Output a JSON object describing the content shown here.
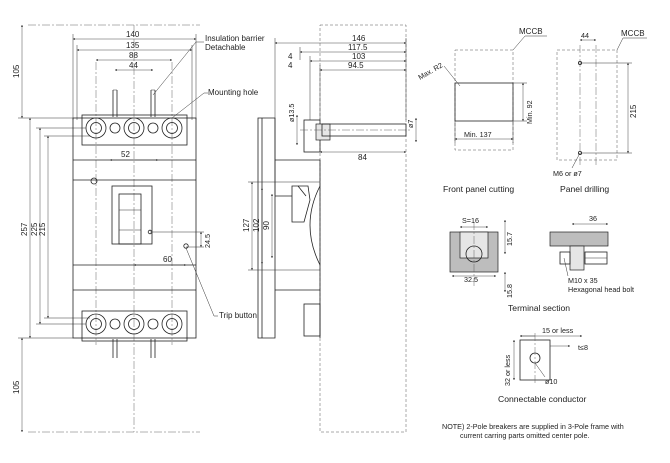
{
  "front_view": {
    "dims": {
      "w140": "140",
      "w135": "135",
      "w88": "88",
      "w44": "44",
      "w52": "52",
      "w60": "60",
      "w24_5": "24.5",
      "h105_top": "105",
      "h257": "257",
      "h225": "225",
      "h215": "215",
      "h105_bottom": "105"
    },
    "callouts": {
      "insulation_barrier": "Insulation barrier",
      "detachable": "Detachable",
      "mounting_hole": "Mounting hole",
      "trip_button": "Trip button"
    }
  },
  "side_view": {
    "dims": {
      "d146": "146",
      "d117_5": "117.5",
      "d103": "103",
      "d94_5": "94.5",
      "d4a": "4",
      "d4b": "4",
      "d13_5": "ø13.5",
      "d7": "ø7",
      "d84": "84",
      "h127": "127",
      "h102": "102",
      "h90": "90"
    }
  },
  "front_panel_cutting": {
    "mccb": "MCCB",
    "max_r2": "Max. R2",
    "min92": "Min. 92",
    "min137": "Min. 137",
    "caption": "Front panel cutting"
  },
  "panel_drilling": {
    "mccb": "MCCB",
    "d44": "44",
    "d215": "215",
    "hole": "M6 or ø7",
    "caption": "Panel drilling"
  },
  "terminal_section": {
    "s16": "S=16",
    "d15_7": "15.7",
    "d32_5": "32.5",
    "d15_8": "15.8",
    "d36": "36",
    "screw": "M10 x 35",
    "bolt": "Hexagonal head bolt",
    "caption": "Terminal section"
  },
  "connectable_conductor": {
    "w15": "15 or less",
    "t8": "t≤8",
    "h32": "32 or less",
    "d10": "ø10",
    "caption": "Connectable conductor"
  },
  "note": {
    "line1": "NOTE) 2-Pole breakers are supplied in 3-Pole frame with",
    "line2": "current carring parts omitted center pole."
  }
}
